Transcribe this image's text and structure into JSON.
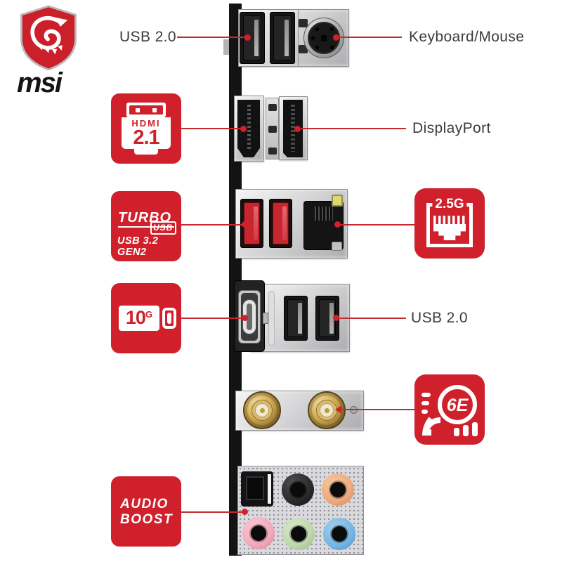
{
  "brand": {
    "wordmark": "msi",
    "logo": "msi-dragon-shield"
  },
  "colors": {
    "accent_red": "#d0202b",
    "line_red": "#c22a30",
    "label_text": "#3c3c3c",
    "edge_black": "#131313"
  },
  "labels": {
    "usb20_top": "USB 2.0",
    "keyboard_mouse": "Keyboard/Mouse",
    "displayport": "DisplayPort",
    "usb20_mid": "USB 2.0"
  },
  "badges": {
    "hdmi": {
      "title": "HDMI",
      "version": "2.1"
    },
    "turbo": {
      "word": "TURBO",
      "box": "USB",
      "spec": "USB 3.2 GEN2"
    },
    "lan": {
      "speed": "2.5G"
    },
    "teng": {
      "value": "10",
      "unit": "G"
    },
    "wifi": {
      "gen": "6E"
    },
    "audio": {
      "line1": "AUDIO",
      "line2": "BOOST"
    }
  },
  "ports": {
    "row1": [
      "usb2-port-1",
      "usb2-port-2",
      "ps2-keyboard-mouse-port"
    ],
    "row2": [
      "hdmi-port",
      "displayport-port"
    ],
    "row3": [
      "usb32-gen2-port-1",
      "usb32-gen2-port-2",
      "lan-2.5g-port"
    ],
    "row4": [
      "usb-c-10g-port",
      "usb2-port-3",
      "usb2-port-4"
    ],
    "row5": [
      "wifi-antenna-connector-1",
      "wifi-antenna-connector-2"
    ],
    "row6": [
      "optical-spdif-out",
      "jack-black-rear",
      "jack-orange-center-sub",
      "jack-pink-mic",
      "jack-green-line-out",
      "jack-blue-line-in"
    ]
  }
}
